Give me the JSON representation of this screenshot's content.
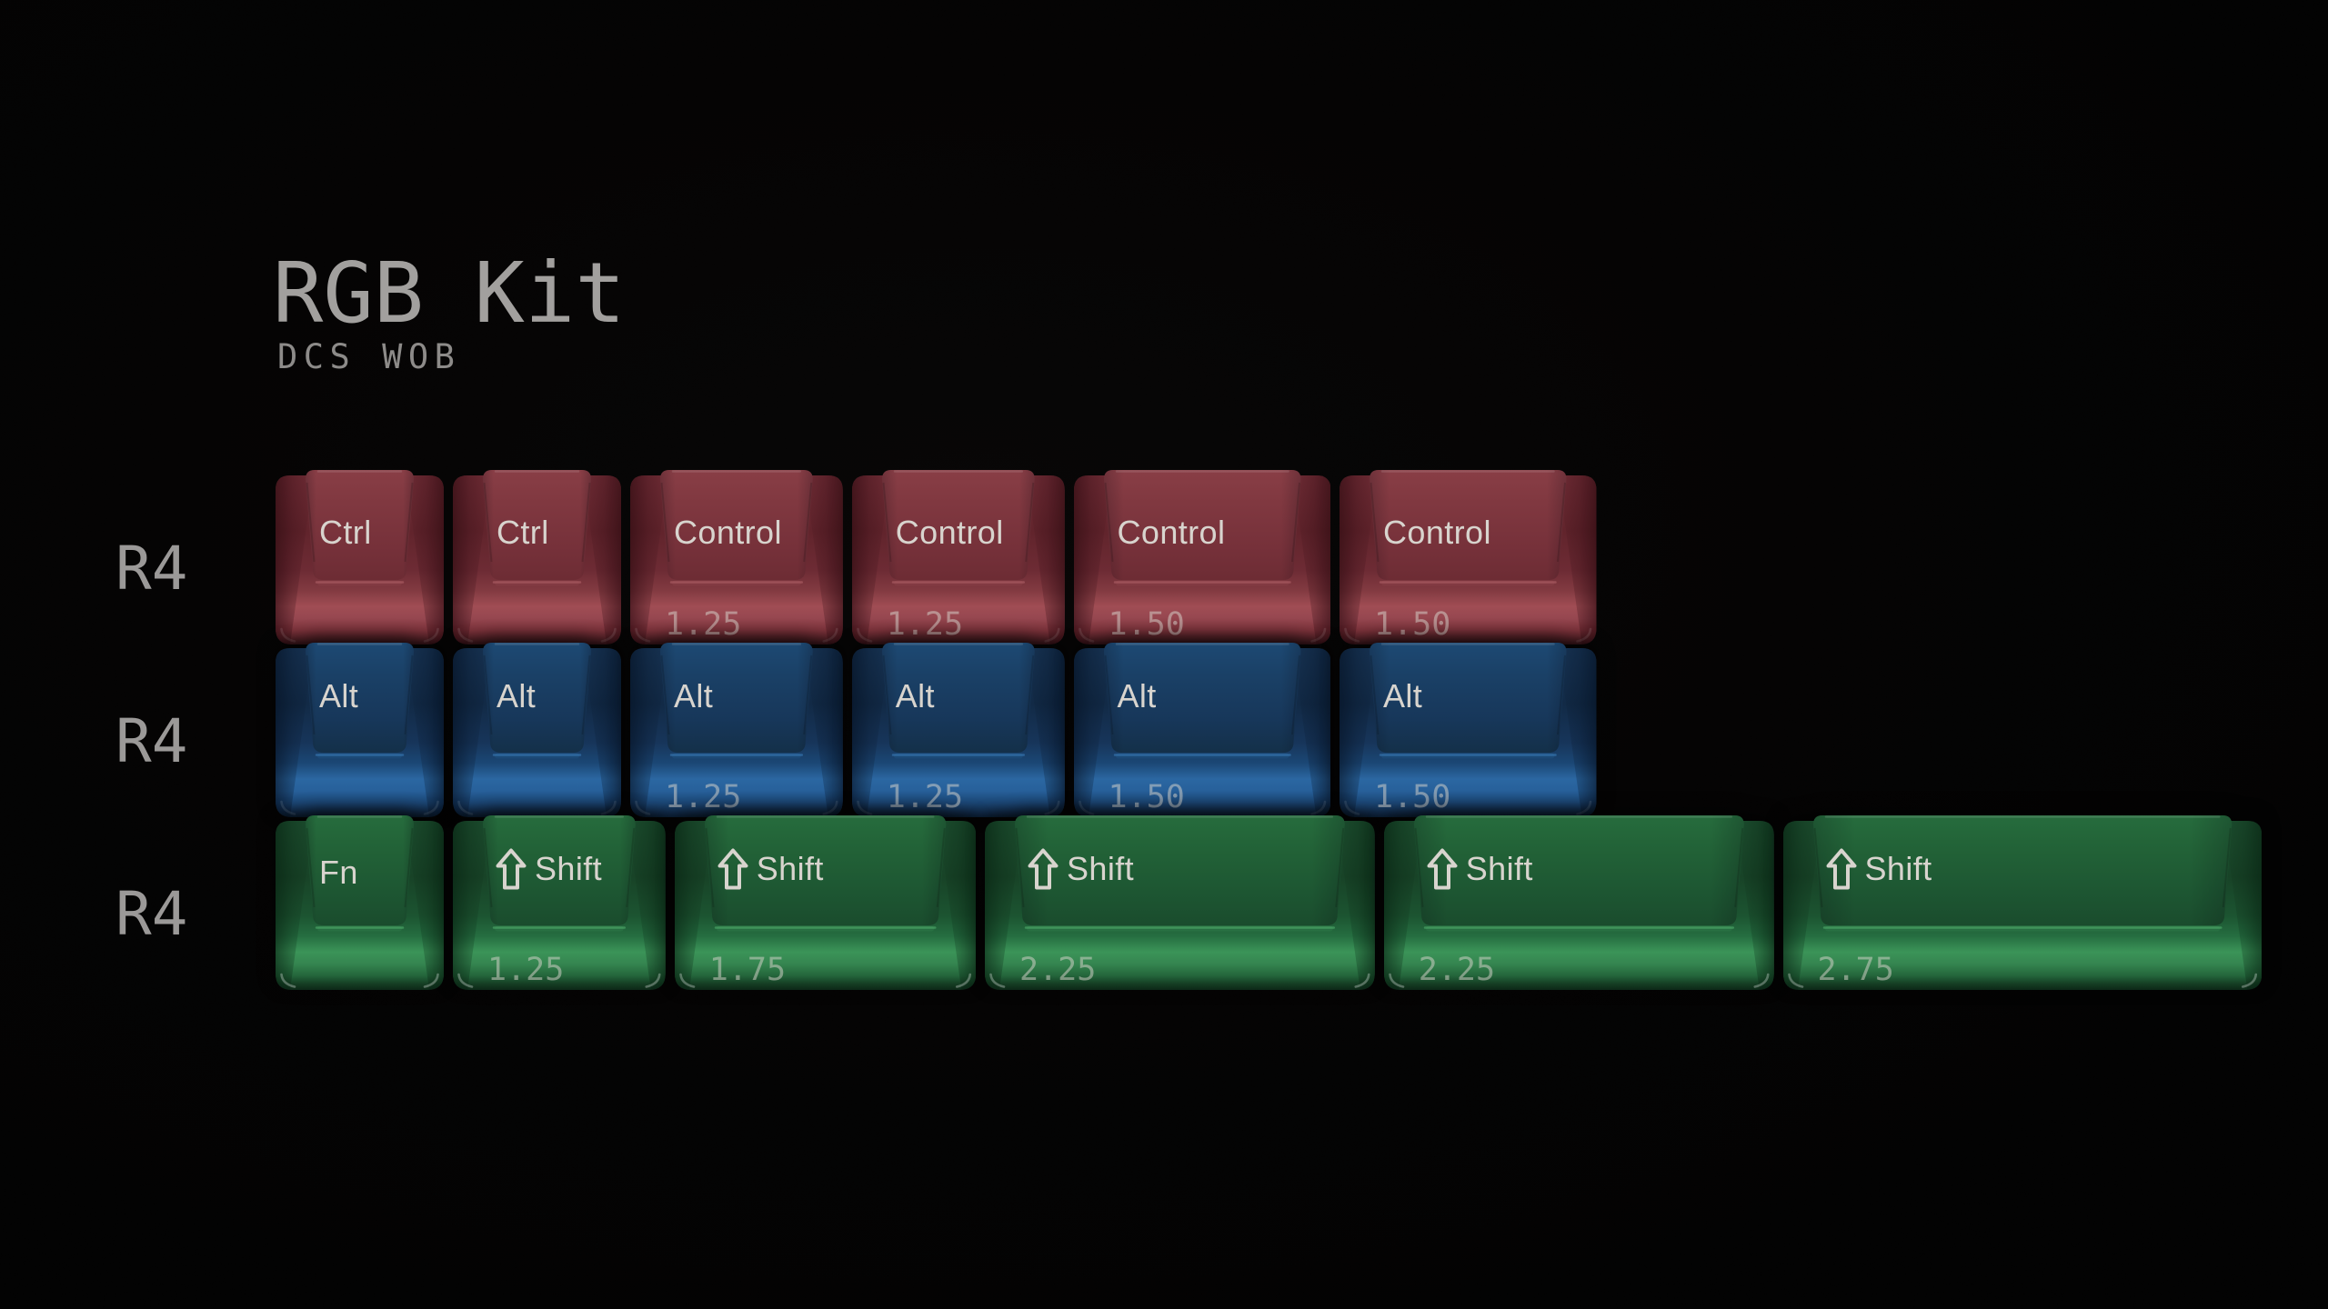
{
  "header": {
    "title": "RGB Kit",
    "subtitle": "DCS WOB"
  },
  "rows": [
    {
      "label": "R4",
      "theme": "red",
      "keys": [
        {
          "legend": "Ctrl",
          "size": 1,
          "size_label": ""
        },
        {
          "legend": "Ctrl",
          "size": 1,
          "size_label": ""
        },
        {
          "legend": "Control",
          "size": 1.25,
          "size_label": "1.25"
        },
        {
          "legend": "Control",
          "size": 1.25,
          "size_label": "1.25"
        },
        {
          "legend": "Control",
          "size": 1.5,
          "size_label": "1.50"
        },
        {
          "legend": "Control",
          "size": 1.5,
          "size_label": "1.50"
        }
      ]
    },
    {
      "label": "R4",
      "theme": "blue",
      "keys": [
        {
          "legend": "Alt",
          "size": 1,
          "size_label": ""
        },
        {
          "legend": "Alt",
          "size": 1,
          "size_label": ""
        },
        {
          "legend": "Alt",
          "size": 1.25,
          "size_label": "1.25"
        },
        {
          "legend": "Alt",
          "size": 1.25,
          "size_label": "1.25"
        },
        {
          "legend": "Alt",
          "size": 1.5,
          "size_label": "1.50"
        },
        {
          "legend": "Alt",
          "size": 1.5,
          "size_label": "1.50"
        }
      ]
    },
    {
      "label": "R4",
      "theme": "green",
      "keys": [
        {
          "legend": "Fn",
          "size": 1,
          "size_label": ""
        },
        {
          "legend": "Shift",
          "size": 1.25,
          "size_label": "1.25",
          "icon": "shift-arrow"
        },
        {
          "legend": "Shift",
          "size": 1.75,
          "size_label": "1.75",
          "icon": "shift-arrow"
        },
        {
          "legend": "Shift",
          "size": 2.25,
          "size_label": "2.25",
          "icon": "shift-arrow"
        },
        {
          "legend": "Shift",
          "size": 2.25,
          "size_label": "2.25",
          "icon": "shift-arrow"
        },
        {
          "legend": "Shift",
          "size": 2.75,
          "size_label": "2.75",
          "icon": "shift-arrow"
        }
      ]
    }
  ],
  "themes": {
    "red": {
      "body": [
        "#6f2c35",
        "#61242c",
        "#6d2b34",
        "#823a41",
        "#a04d54",
        "#964750",
        "#7a323a",
        "#572228",
        "#3b141a"
      ],
      "face": [
        "#893e46",
        "#803840",
        "#76313a",
        "#6d2c34"
      ],
      "lip": "#b2646a",
      "shadow": "42,7,14",
      "glint": 0.1
    },
    "blue": {
      "body": [
        "#163353",
        "#112a46",
        "#16355a",
        "#1b4775",
        "#2b67a2",
        "#27609a",
        "#1b4573",
        "#112c4b",
        "#0a1d33"
      ],
      "face": [
        "#1d4973",
        "#1a4066",
        "#16375a",
        "#133049"
      ],
      "lip": "#3d80bd",
      "shadow": "3,16,33",
      "glint": 0.1
    },
    "green": {
      "body": [
        "#1b4d2e",
        "#174327",
        "#1c5431",
        "#256d40",
        "#3b9458",
        "#358550",
        "#24663b",
        "#143d23",
        "#0c2817"
      ],
      "face": [
        "#266c3d",
        "#226237",
        "#1d5632",
        "#1a4c2d"
      ],
      "lip": "#54b370",
      "shadow": "5,32,16",
      "glint": 0.3
    }
  },
  "colors": {
    "background": "#030303",
    "title_text": "#a2a09e",
    "subtitle_text": "#8d8b89",
    "row_label_text": "#9b9998",
    "legend_text": "#d8d4ce",
    "size_label_text": "#dedad3"
  }
}
